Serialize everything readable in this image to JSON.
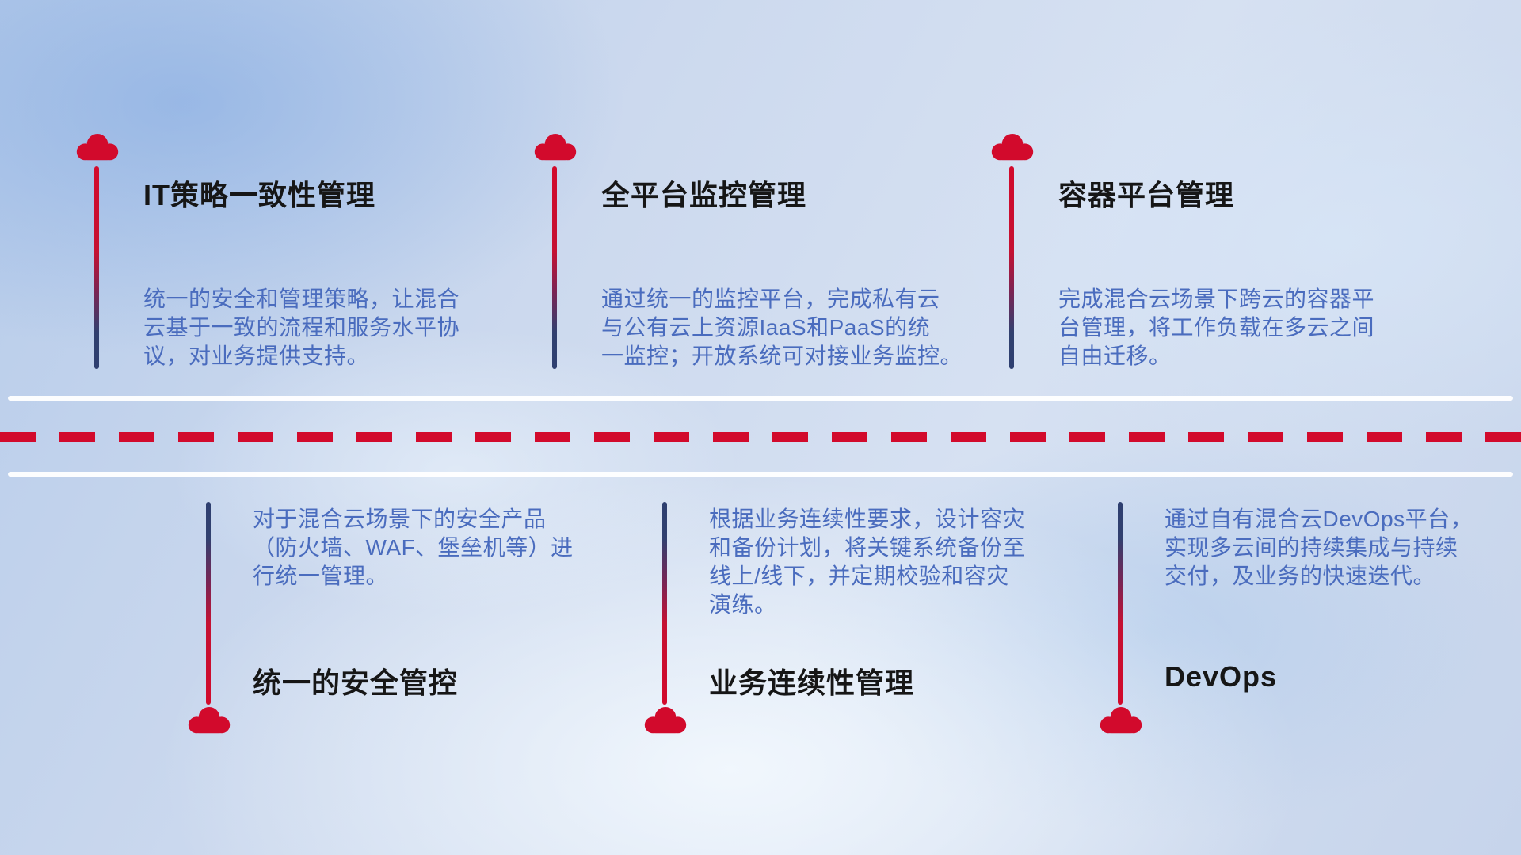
{
  "colors": {
    "accent_red": "#d20a2c",
    "connector_navy": "#2e3f70",
    "description_blue": "#4a6cbe",
    "title_dark": "#161616",
    "road_white": "#ffffff"
  },
  "top_items": [
    {
      "icon": "cloud-icon",
      "title": "IT策略一致性管理",
      "description": "统一的安全和管理策略，让混合\n云基于一致的流程和服务水平协\n议，对业务提供支持。"
    },
    {
      "icon": "cloud-icon",
      "title": "全平台监控管理",
      "description": "通过统一的监控平台，完成私有云\n与公有云上资源IaaS和PaaS的统\n一监控；开放系统可对接业务监控。"
    },
    {
      "icon": "cloud-icon",
      "title": "容器平台管理",
      "description": "完成混合云场景下跨云的容器平\n台管理，将工作负载在多云之间\n自由迁移。"
    }
  ],
  "bottom_items": [
    {
      "icon": "cloud-icon",
      "title": "统一的安全管控",
      "description": "对于混合云场景下的安全产品\n（防火墙、WAF、堡垒机等）进\n行统一管理。"
    },
    {
      "icon": "cloud-icon",
      "title": "业务连续性管理",
      "description": "根据业务连续性要求，设计容灾\n和备份计划，将关键系统备份至\n线上/线下，并定期校验和容灾\n演练。"
    },
    {
      "icon": "cloud-icon",
      "title": "DevOps",
      "description": "通过自有混合云DevOps平台，\n实现多云间的持续集成与持续\n交付，及业务的快速迭代。"
    }
  ]
}
